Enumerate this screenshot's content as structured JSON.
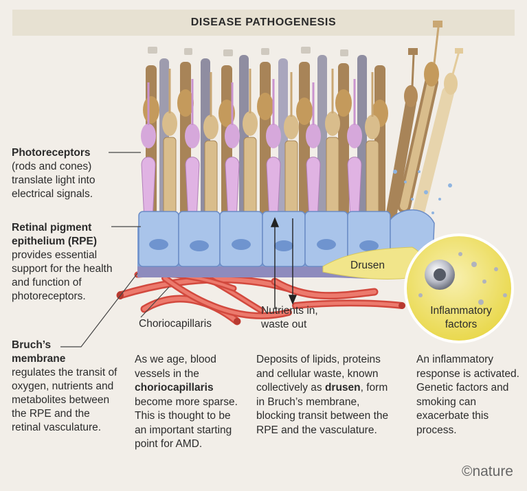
{
  "title": "DISEASE PATHOGENESIS",
  "labels": {
    "photoreceptors": {
      "head": "Photoreceptors",
      "body": "(rods and cones) translate light into electrical signals."
    },
    "rpe": {
      "head": "Retinal pigment epithelium (RPE)",
      "body": "provides essential support for the health and function of photoreceptors."
    },
    "bruch": {
      "head": "Bruch’s membrane",
      "body": "regulates the transit of oxygen, nutrients and metabolites between the RPE and the retinal vasculature."
    },
    "drusen": "Drusen",
    "choriocapillaris": "Choriocapillaris",
    "nutrients": "Nutrients in, waste out",
    "inflammatory": "Inflammatory factors"
  },
  "captions": {
    "aging_pre": "As we age, blood vessels in the ",
    "aging_bold": "choriocapillaris",
    "aging_post": " become more sparse. This is thought to be an important starting point for AMD.",
    "deposits_pre": "Deposits of lipids, proteins and cellular waste, known collectively as ",
    "deposits_bold": "drusen",
    "deposits_post": ", form in Bruch’s membrane, blocking transit between the RPE and the vasculature.",
    "inflammation": "An inflammatory response is activated. Genetic factors and smoking can exacerbate this process."
  },
  "brand": "©nature",
  "colors": {
    "background": "#f2eee8",
    "title_bar": "#e7e1d2",
    "rpe_blue": "#9ab8e0",
    "rod_tan": "#c9a773",
    "cone_pink": "#d6a8db",
    "vessel_red": "#e15f52",
    "drusen_yellow": "#f1e58a"
  }
}
